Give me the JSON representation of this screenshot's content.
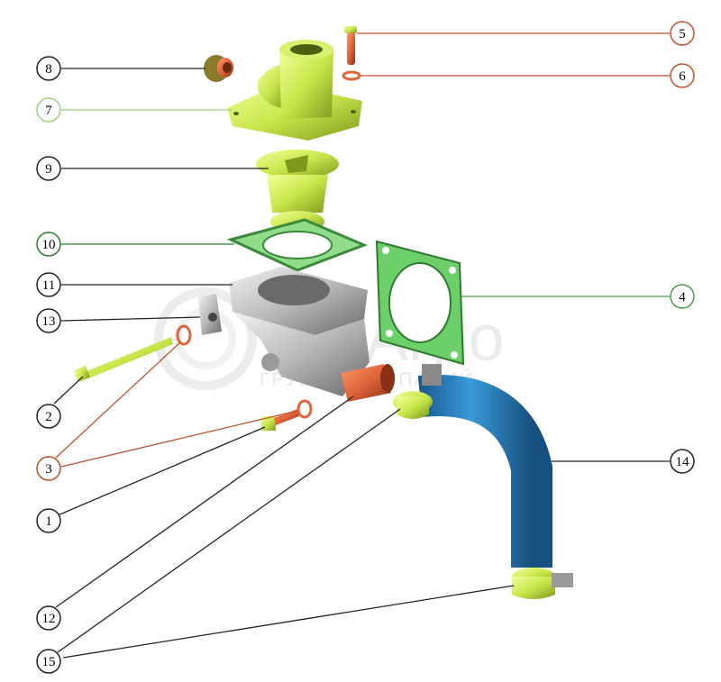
{
  "diagram": {
    "callouts": [
      {
        "id": "c1",
        "label": "1"
      },
      {
        "id": "c2",
        "label": "2"
      },
      {
        "id": "c3",
        "label": "3"
      },
      {
        "id": "c4",
        "label": "4"
      },
      {
        "id": "c5",
        "label": "5"
      },
      {
        "id": "c6",
        "label": "6"
      },
      {
        "id": "c7",
        "label": "7"
      },
      {
        "id": "c8",
        "label": "8"
      },
      {
        "id": "c9",
        "label": "9"
      },
      {
        "id": "c10",
        "label": "10"
      },
      {
        "id": "c11",
        "label": "11"
      },
      {
        "id": "c12",
        "label": "12"
      },
      {
        "id": "c13",
        "label": "13"
      },
      {
        "id": "c14",
        "label": "14"
      },
      {
        "id": "c15",
        "label": "15"
      }
    ],
    "watermark": {
      "name": "Агро",
      "tagline": "ГРУППА КОМПАНИЙ"
    },
    "colors": {
      "part_yellow_green": "#c8e64a",
      "part_green": "#6ccf6a",
      "part_orange": "#e0643a",
      "part_blue": "#2a86c8",
      "part_grey": "#b8b8b8",
      "leader_black": "#222222",
      "leader_orange": "#c0502a",
      "leader_green": "#4a9a4a",
      "leader_light_green": "#9ad07a"
    }
  }
}
